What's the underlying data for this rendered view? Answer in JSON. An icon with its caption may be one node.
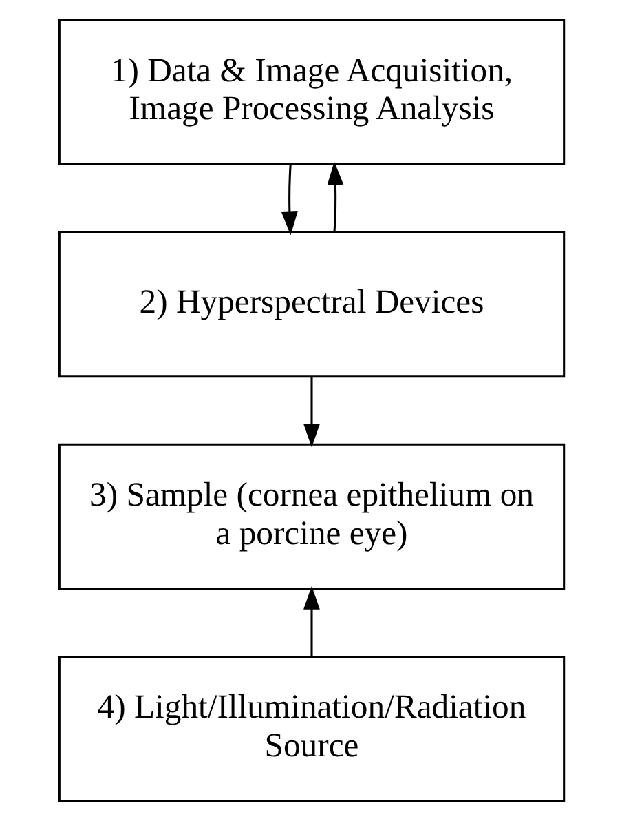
{
  "diagram": {
    "nodes": [
      {
        "text": [
          "1) Data & Image Acquisition, Image Processing Analysis"
        ]
      },
      {
        "text": [
          "2) Hyperspectral Devices"
        ]
      },
      {
        "text": [
          "3) Sample (cornea epithelium on a porcine eye)"
        ]
      },
      {
        "text": [
          "4) Light/Illumination/Radiation Source"
        ]
      }
    ],
    "edges": [
      {
        "from": 1,
        "to": 0,
        "arrow": "to"
      },
      {
        "from": 0,
        "to": 1,
        "arrow": "to"
      },
      {
        "from": 1,
        "to": 2,
        "arrow": "to"
      },
      {
        "from": 3,
        "to": 2,
        "arrow": "to"
      }
    ]
  }
}
